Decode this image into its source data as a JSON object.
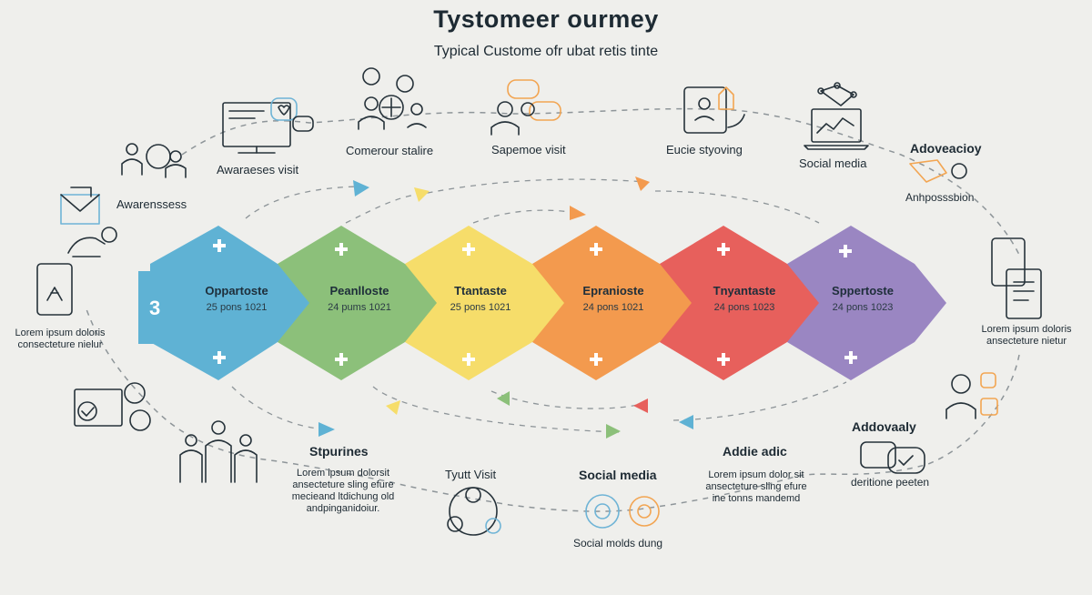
{
  "header": {
    "title": "Tystomeer  ourmey",
    "subtitle": "Typical Custome ofr ubat retis tinte"
  },
  "colors": {
    "blue": "#5fb2d4",
    "green": "#8cc07a",
    "yellow": "#f6dd6a",
    "orange": "#f39a4e",
    "red": "#e7605c",
    "purple": "#9a86c2",
    "icon_stroke": "#26323a",
    "icon_accent": "#f2a552",
    "icon_blue": "#6fb4d6"
  },
  "steps": [
    {
      "title": "Oppartoste",
      "sub": "25 pons 1021"
    },
    {
      "title": "Peanlloste",
      "sub": "24 pums 1021"
    },
    {
      "title": "Ttantaste",
      "sub": "25 pons 1021"
    },
    {
      "title": "Epranioste",
      "sub": "24 pons 1021"
    },
    {
      "title": "Tnyantaste",
      "sub": "24 pons 1023"
    },
    {
      "title": "Sppertoste",
      "sub": "24 pons 1023"
    }
  ],
  "step_number": "3",
  "labels": {
    "awareness_visit": "Awaraeses visit",
    "awareness": "Awarenssess",
    "comerour": "Comerour stalire",
    "sapemoe": "Sapemoe visit",
    "eucie": "Eucie styoving",
    "social_top": "Social media",
    "advocacy_top": "Adoveacioy",
    "anhpo": "Anhposssbion",
    "left_para": "Lorem ipsum doloris\nconsecteture nielur",
    "right_para": "Lorem ipsum doloris\nansecteture nietur",
    "spurines": "Stpurines",
    "spurines_para": "Lorem ipsum dolorsit\nansecteture sling efure\nmecieand ltdichung old\nandpinganidoiur.",
    "tyutt": "Tyutt Visit",
    "social_bottom": "Social media",
    "social_bottom_caption": "Social molds dung",
    "addie": "Addie adic",
    "addie_para": "Lorem ipsum dolor sit\nansecteture sling efure\nine tonns mandemd",
    "advoaly": "Addovaaly",
    "deritione": "deritione peeten"
  }
}
